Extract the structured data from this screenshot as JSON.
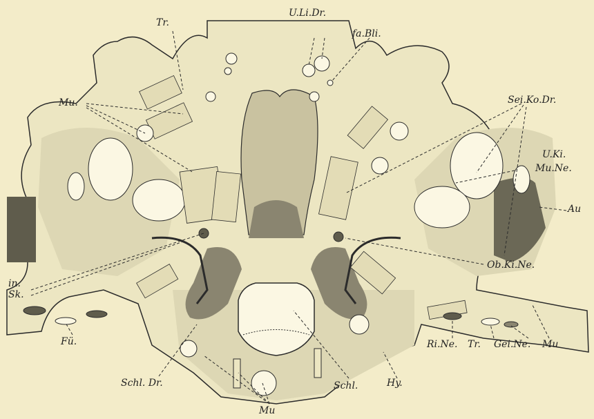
{
  "colors": {
    "paper": "#f3ecc9",
    "tissue_light": "#ece6c2",
    "tissue_mid": "#ddd7b4",
    "tissue_dark": "#c9c2a0",
    "ink": "#2b2b2b",
    "gland": "#8a8570",
    "eye_dark": "#5f5c4c"
  },
  "labels": {
    "tr_top": "Tr.",
    "u_li_dr": "U.Li.Dr.",
    "fa_bli": "fa.Bli.",
    "mu_left": "Mu.",
    "sei_ko_dr": "Sei.Ko.Dr.",
    "u_ki": "U.Ki.",
    "mu_ne": "Mu.Ne.",
    "au": "Au",
    "in": "in.",
    "sk": "Sk.",
    "ob_ki_ne": "Ob.Ki.Ne.",
    "fu": "Fü.",
    "ri_ne": "Ri.Ne.",
    "tr_bottom": "Tr.",
    "gei_ne": "Gei.Ne.",
    "mu_right": "Mu",
    "schl_dr": "Schl. Dr.",
    "mu_bottom": "Mu",
    "schl": "Schl.",
    "hy": "Hy."
  }
}
